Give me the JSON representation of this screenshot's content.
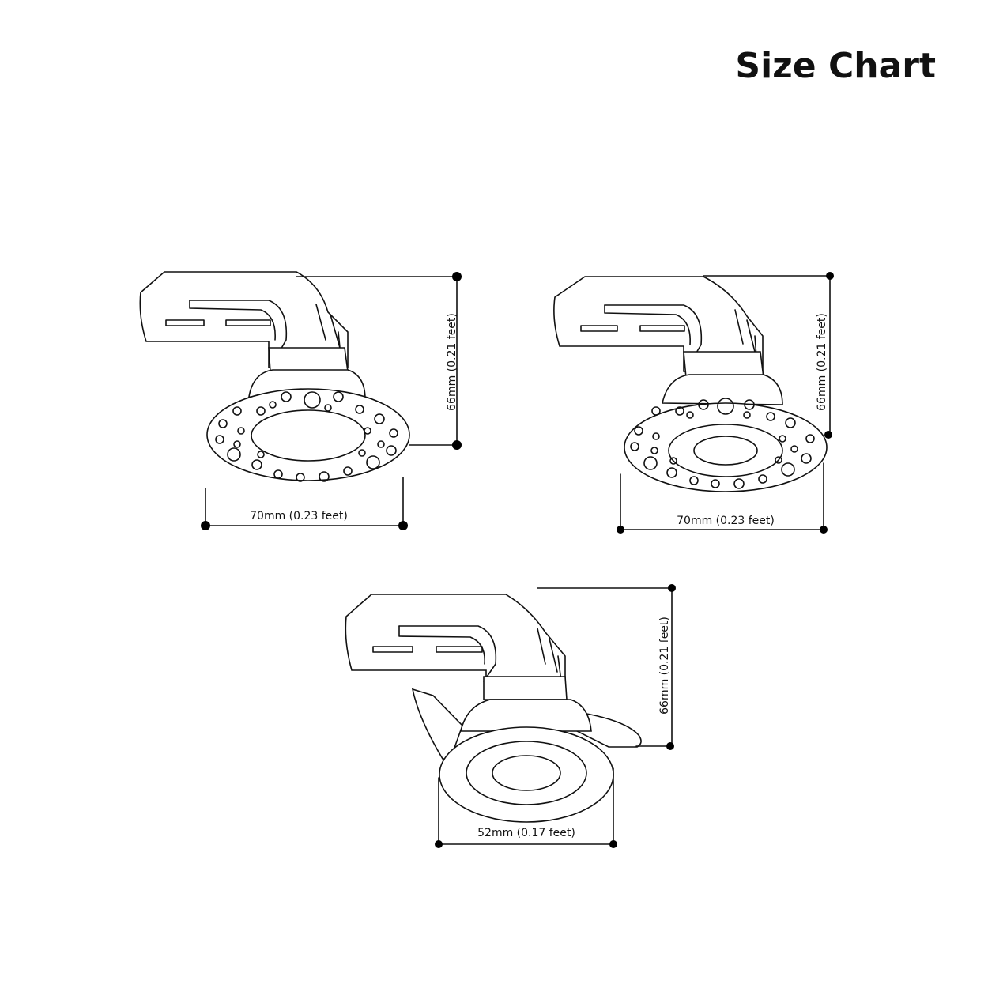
{
  "title": "Size Chart",
  "diagrams": [
    {
      "id": "product-1",
      "height_label": "66mm (0.21 feet)",
      "width_label": "70mm (0.23 feet)"
    },
    {
      "id": "product-2",
      "height_label": "66mm (0.21 feet)",
      "width_label": "70mm (0.23 feet)"
    },
    {
      "id": "product-3",
      "height_label": "66mm (0.21 feet)",
      "width_label": "52mm (0.17 feet)"
    }
  ],
  "colors": {
    "line": "#111111",
    "background": "#ffffff"
  }
}
